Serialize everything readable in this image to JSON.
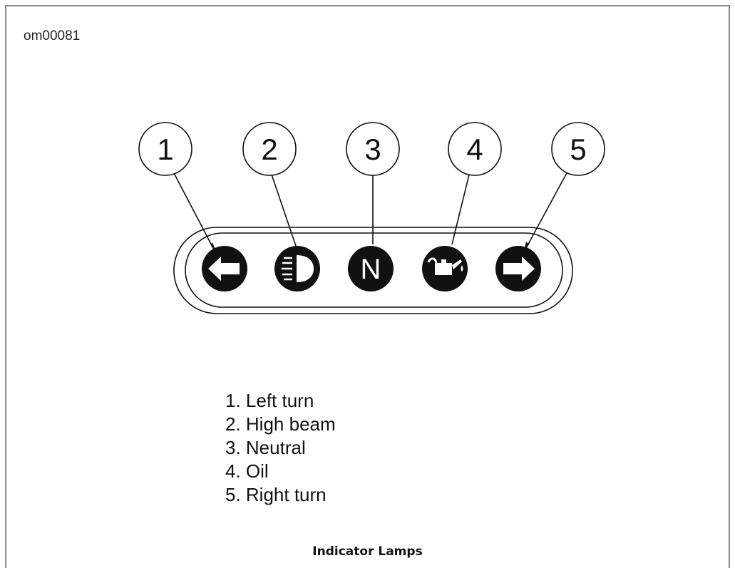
{
  "figure_id": "om00081",
  "callouts": [
    {
      "number": "1",
      "lamp": "left-turn"
    },
    {
      "number": "2",
      "lamp": "high-beam"
    },
    {
      "number": "3",
      "lamp": "neutral"
    },
    {
      "number": "4",
      "lamp": "oil"
    },
    {
      "number": "5",
      "lamp": "right-turn"
    }
  ],
  "neutral_letter": "N",
  "legend": [
    "1. Left turn",
    "2. High beam",
    "3. Neutral",
    "4. Oil",
    "5. Right turn"
  ],
  "caption": "Indicator Lamps",
  "colors": {
    "lamp_fill": "#111111",
    "line": "#111111",
    "frame": "#8a8a8a"
  },
  "icons": [
    "left-arrow-icon",
    "high-beam-icon",
    "neutral-icon",
    "oil-can-icon",
    "right-arrow-icon"
  ]
}
